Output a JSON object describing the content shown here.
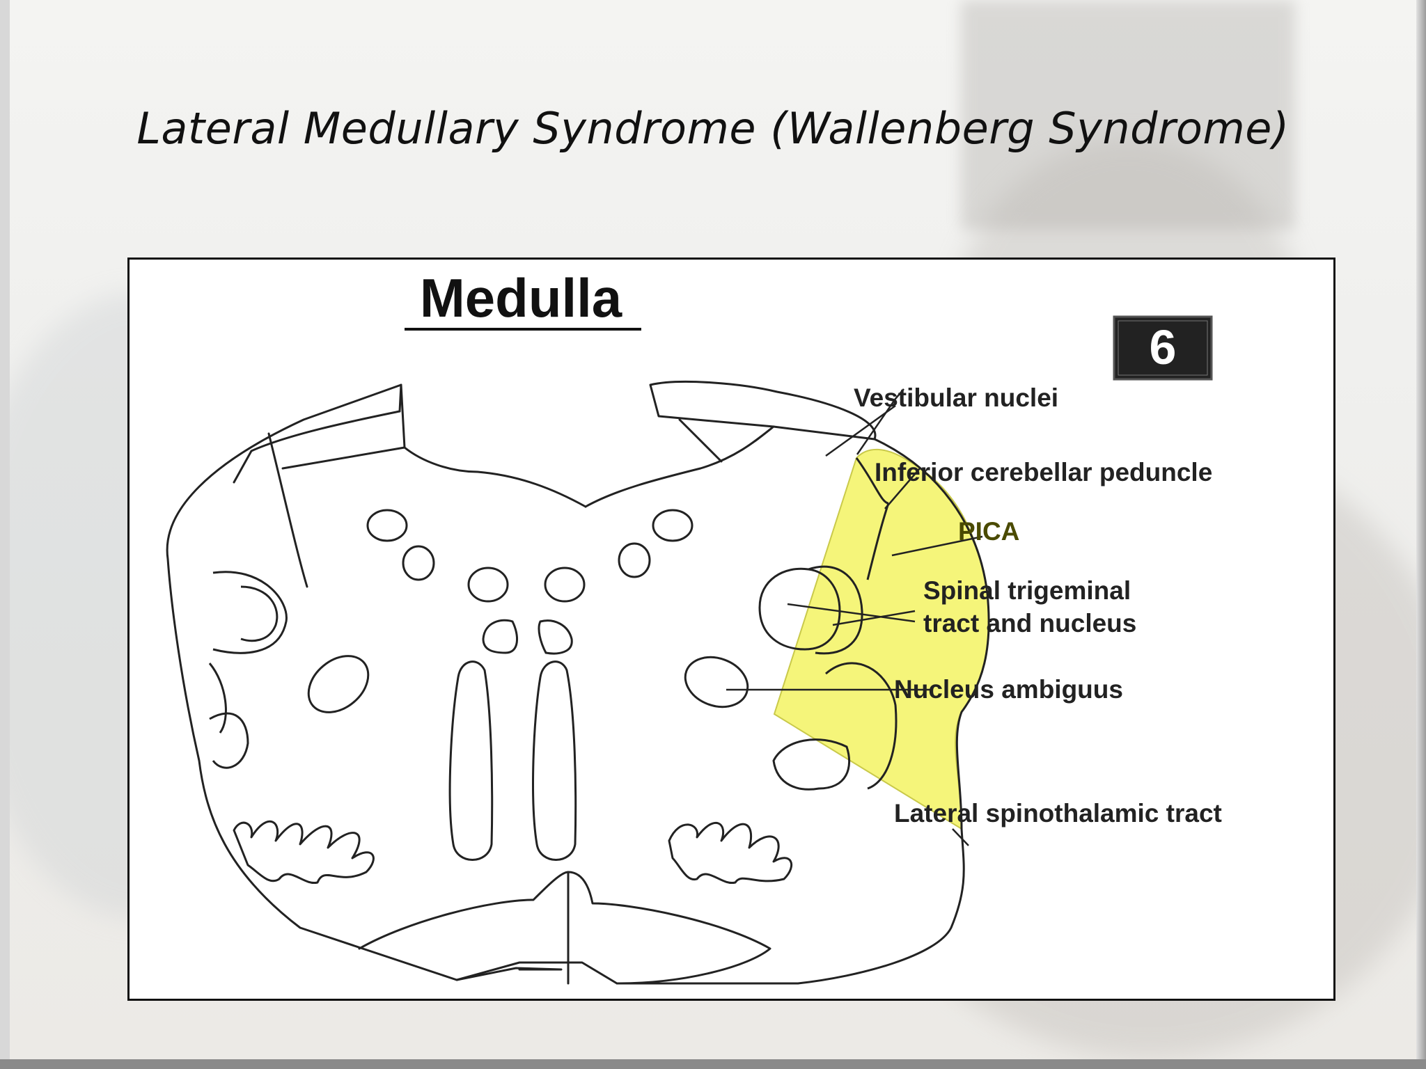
{
  "slide": {
    "title": "Lateral Medullary Syndrome (Wallenberg Syndrome)"
  },
  "figure": {
    "heading": "Medulla",
    "badge": "6",
    "highlight_color": "#f5f57a",
    "labels": {
      "vestibular_nuclei": "Vestibular nuclei",
      "inferior_cerebellar_peduncle": "Inferior cerebellar peduncle",
      "pica": "PICA",
      "spinal_trigeminal_line1": "Spinal trigeminal",
      "spinal_trigeminal_line2": "tract and nucleus",
      "nucleus_ambiguus": "Nucleus ambiguus",
      "lateral_spinothalamic_tract": "Lateral spinothalamic tract"
    }
  }
}
